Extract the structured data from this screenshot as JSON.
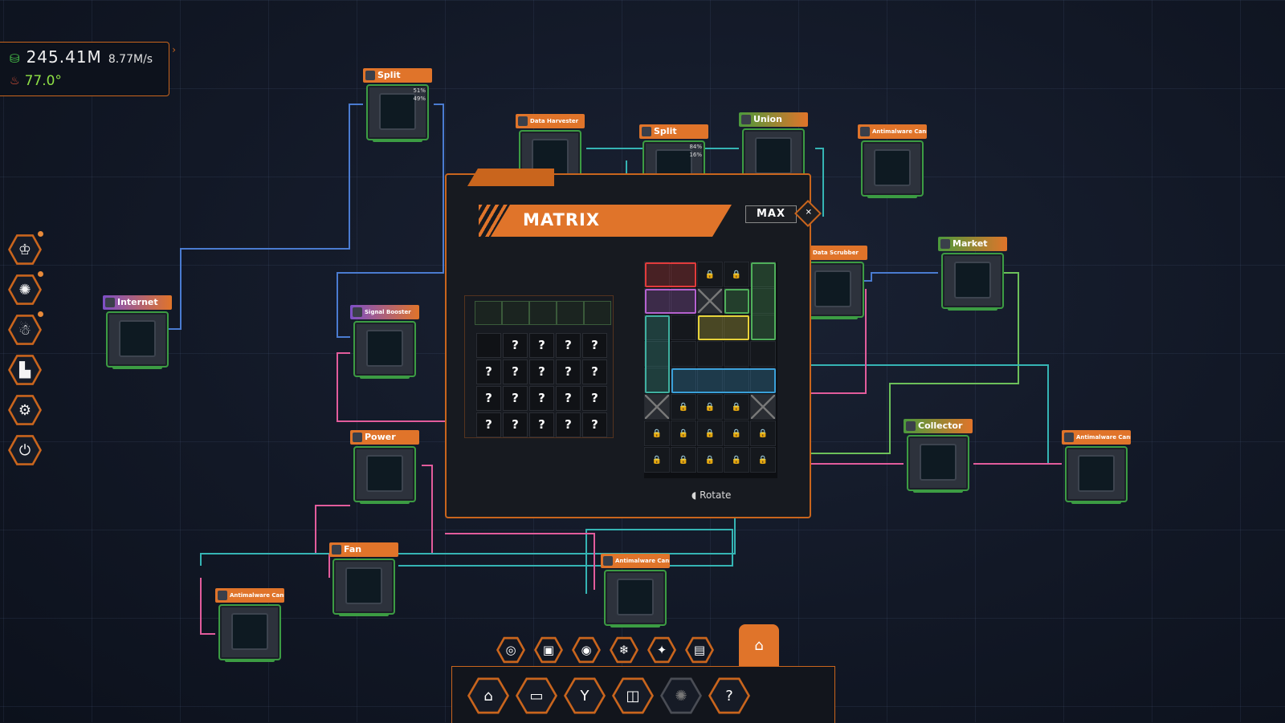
{
  "hud": {
    "money": "245.41M",
    "income_rate": "8.77M/s",
    "temperature": "77.0°"
  },
  "side_menu": [
    {
      "icon": "tower-icon",
      "glyph": "♔",
      "has_notification": true
    },
    {
      "icon": "virus-icon",
      "glyph": "✺",
      "has_notification": true
    },
    {
      "icon": "robot-icon",
      "glyph": "☃",
      "has_notification": true
    },
    {
      "icon": "stats-icon",
      "glyph": "▙",
      "has_notification": false
    },
    {
      "icon": "settings-icon",
      "glyph": "⚙",
      "has_notification": false
    },
    {
      "icon": "exit-icon",
      "glyph": "⏻",
      "has_notification": false
    }
  ],
  "nodes": [
    {
      "id": "split-1",
      "label": "Split",
      "icon": "split-icon"
    },
    {
      "id": "data-harvester",
      "label": "Data Harvester",
      "icon": "harvester-icon"
    },
    {
      "id": "split-2",
      "label": "Split",
      "icon": "split-icon"
    },
    {
      "id": "union",
      "label": "Union",
      "icon": "union-icon"
    },
    {
      "id": "antimalware-1",
      "label": "Antimalware Cannon",
      "icon": "cannon-icon"
    },
    {
      "id": "internet",
      "label": "Internet",
      "icon": "globe-icon"
    },
    {
      "id": "data-scrubber",
      "label": "Data Scrubber",
      "icon": "scrubber-icon"
    },
    {
      "id": "market",
      "label": "Market",
      "icon": "market-icon"
    },
    {
      "id": "signal-booster",
      "label": "Signal Booster",
      "icon": "signal-icon"
    },
    {
      "id": "power",
      "label": "Power",
      "icon": "power-icon"
    },
    {
      "id": "collector",
      "label": "Collector",
      "icon": "collector-icon"
    },
    {
      "id": "antimalware-2",
      "label": "Antimalware Cannon",
      "icon": "cannon-icon"
    },
    {
      "id": "fan",
      "label": "Fan",
      "icon": "fan-icon"
    },
    {
      "id": "antimalware-3",
      "label": "Antimalware Cannon",
      "icon": "cannon-icon"
    },
    {
      "id": "antimalware-4",
      "label": "Antimalware Cannon",
      "icon": "cannon-icon"
    }
  ],
  "split_percents": {
    "split1_a": "51%",
    "split1_b": "49%",
    "split2_a": "84%",
    "split2_b": "16%"
  },
  "matrix_panel": {
    "title": "MATRIX",
    "level_badge": "MAX",
    "close_glyph": "✕",
    "unknown_glyph": "?",
    "rotate_hint": "Rotate",
    "lock_glyph": "🔒"
  },
  "toolbar_top": [
    {
      "icon": "globe-icon",
      "glyph": "◎"
    },
    {
      "icon": "chip-icon",
      "glyph": "▣"
    },
    {
      "icon": "processor-icon",
      "glyph": "◉"
    },
    {
      "icon": "snowflake-icon",
      "glyph": "❄"
    },
    {
      "icon": "shield-icon",
      "glyph": "✦"
    },
    {
      "icon": "search-doc-icon",
      "glyph": "▤"
    }
  ],
  "toolbar_selected": {
    "icon": "shop-icon",
    "glyph": "⌂"
  },
  "toolbar_bottom": [
    {
      "icon": "shop-icon",
      "glyph": "⌂",
      "enabled": true
    },
    {
      "icon": "folder-icon",
      "glyph": "▭",
      "enabled": true
    },
    {
      "icon": "merge-icon",
      "glyph": "Y",
      "enabled": true
    },
    {
      "icon": "book-icon",
      "glyph": "◫",
      "enabled": true
    },
    {
      "icon": "virus-icon",
      "glyph": "✺",
      "enabled": false
    },
    {
      "icon": "help-icon",
      "glyph": "?",
      "enabled": true
    }
  ],
  "colors": {
    "accent": "#e0742a",
    "panel_border": "#c9651d",
    "node_border": "#3c9c43",
    "temp": "#8ee045"
  }
}
